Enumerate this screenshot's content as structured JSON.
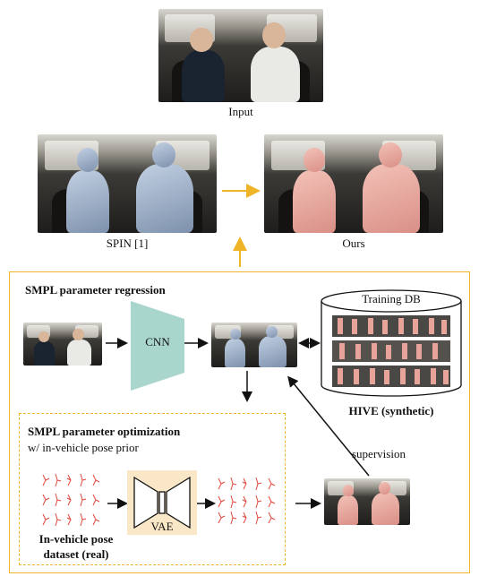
{
  "labels": {
    "input": "Input",
    "spin": "SPIN [1]",
    "ours": "Ours",
    "regression_title": "SMPL parameter regression",
    "cnn": "CNN",
    "training_db": "Training DB",
    "hive": "HIVE (synthetic)",
    "optimization_title": "SMPL parameter optimization",
    "optimization_sub": "w/ in-vehicle pose prior",
    "vae": "VAE",
    "supervision": "supervision",
    "dataset_line1": "In-vehicle pose",
    "dataset_line2": "dataset (real)"
  },
  "colors": {
    "accent": "#f0b429",
    "cnn_fill": "#a9d6cc",
    "vae_bg": "#fae7c7",
    "pose_red": "#e0463c"
  }
}
